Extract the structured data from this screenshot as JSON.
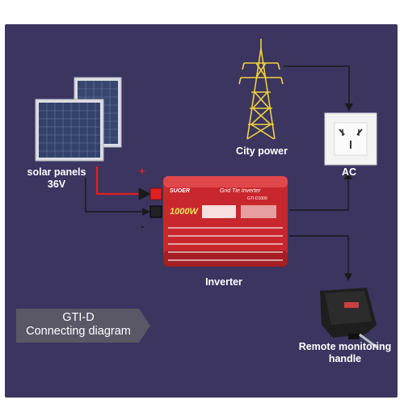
{
  "labels": {
    "solar_line1": "solar panels",
    "solar_line2": "36V",
    "city_power": "City power",
    "ac": "AC",
    "inverter": "Inverter",
    "remote_line1": "Remote monitoring",
    "remote_line2": "handle",
    "plus_sign": "+",
    "minus_sign": "-"
  },
  "inverter_device": {
    "brand": "SUOER",
    "model_title": "Grid Tie Inverter",
    "model_code": "GTI-D1000",
    "power": "1000W"
  },
  "tag": {
    "line1": "GTI-D",
    "line2": "Connecting diagram"
  },
  "colors": {
    "background": "#3b3560",
    "positive_wire": "#e02020",
    "negative_wire": "#1a1a1a",
    "inverter_body": "#c8282d",
    "tag": "#5c5a66"
  }
}
